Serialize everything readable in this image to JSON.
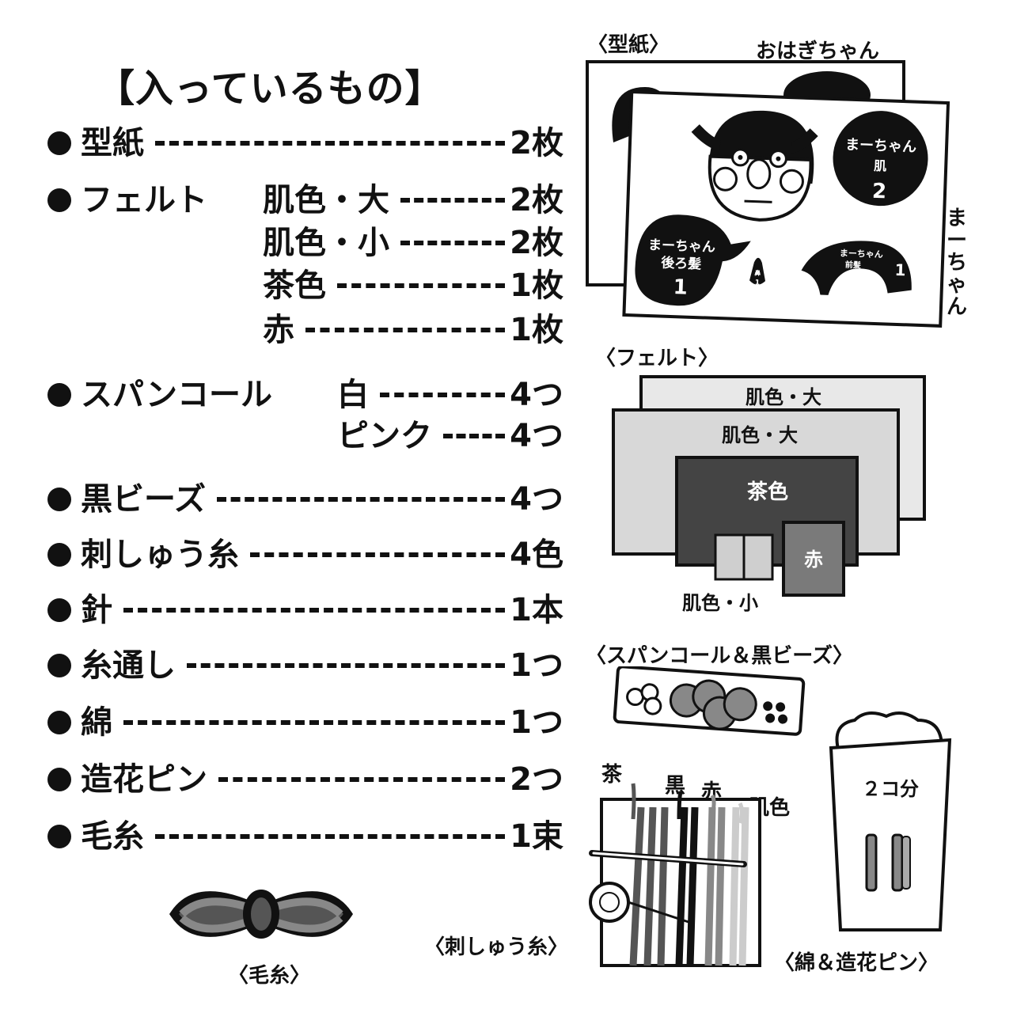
{
  "title": "【入っているもの】",
  "items": [
    {
      "name": "型紙",
      "sub": "",
      "qty": "2枚"
    },
    {
      "name": "フェルト",
      "sub": "肌色・大",
      "qty": "2枚"
    },
    {
      "name": "",
      "sub": "肌色・小",
      "qty": "2枚"
    },
    {
      "name": "",
      "sub": "茶色",
      "qty": "1枚"
    },
    {
      "name": "",
      "sub": "赤",
      "qty": "1枚"
    },
    {
      "name": "スパンコール",
      "sub": "白",
      "qty": "4つ"
    },
    {
      "name": "",
      "sub": "ピンク",
      "qty": "4つ"
    },
    {
      "name": "黒ビーズ",
      "sub": "",
      "qty": "4つ"
    },
    {
      "name": "刺しゅう糸",
      "sub": "",
      "qty": "4色"
    },
    {
      "name": "針",
      "sub": "",
      "qty": "1本"
    },
    {
      "name": "糸通し",
      "sub": "",
      "qty": "1つ"
    },
    {
      "name": "綿",
      "sub": "",
      "qty": "1つ"
    },
    {
      "name": "造花ピン",
      "sub": "",
      "qty": "2つ"
    },
    {
      "name": "毛糸",
      "sub": "",
      "qty": "1束"
    }
  ],
  "pattern": {
    "caption": "〈型紙〉",
    "back_label": "おはぎちゃん",
    "front_label": "まーちゃん",
    "piece_skin": "まーちゃん",
    "piece_skin_part": "肌",
    "piece_skin_num": "2",
    "piece_back_hair": "まーちゃん",
    "piece_back_hair_part": "後ろ髪",
    "piece_back_hair_num": "1",
    "piece_front_hair": "まーちゃん",
    "piece_front_hair_part": "前髪",
    "piece_front_hair_num": "1",
    "nose_label": "鼻",
    "nose_num": "1"
  },
  "felt": {
    "caption": "〈フェルト〉",
    "skin_large_back": "肌色・大",
    "skin_large_front": "肌色・大",
    "brown": "茶色",
    "red": "赤",
    "skin_small": "肌色・小"
  },
  "sequin": {
    "caption": "〈スパンコール＆黒ビーズ〉"
  },
  "thread": {
    "caption": "〈刺しゅう糸〉",
    "brown": "茶",
    "black": "黒",
    "red": "赤",
    "skin": "肌色"
  },
  "cotton": {
    "caption": "〈綿＆造花ピン〉",
    "amount": "２コ分"
  },
  "yarn": {
    "caption": "〈毛糸〉"
  },
  "colors": {
    "ink": "#111111",
    "felt_light": "#e8e8e8",
    "felt_mid": "#d8d8d8",
    "brown": "#444444",
    "red": "#7a7a7a",
    "skin_small": "#cfcfcf"
  }
}
